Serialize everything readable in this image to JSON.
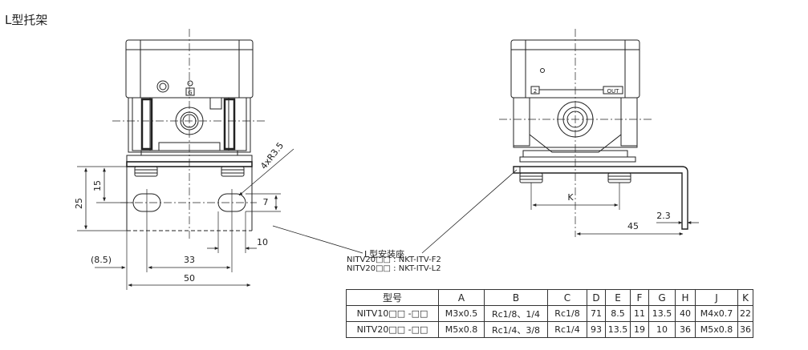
{
  "page": {
    "title": "L型托架"
  },
  "drawing": {
    "front_view": {
      "dims": [
        "25",
        "15",
        "7",
        "4xR3.5",
        "(8.5)",
        "33",
        "10",
        "50"
      ],
      "port_label": "G"
    },
    "side_view": {
      "dims": [
        "K",
        "45",
        "2.3"
      ],
      "port_labels": [
        "2",
        "OUT"
      ]
    },
    "callout": "L型安装座"
  },
  "models": [
    "NITV20□□ : NKT-ITV-F2",
    "NITV20□□ : NKT-ITV-L2"
  ],
  "table": {
    "headers": [
      "型号",
      "A",
      "B",
      "C",
      "D",
      "E",
      "F",
      "G",
      "H",
      "J",
      "K"
    ],
    "rows": [
      [
        "NITV10□□ -□□",
        "M3x0.5",
        "Rc1/8、1/4",
        "Rc1/8",
        "71",
        "8.5",
        "11",
        "13.5",
        "40",
        "M4x0.7",
        "22"
      ],
      [
        "NITV20□□ -□□",
        "M5x0.8",
        "Rc1/4、3/8",
        "Rc1/4",
        "93",
        "13.5",
        "19",
        "10",
        "36",
        "M5x0.8",
        "36"
      ]
    ]
  }
}
